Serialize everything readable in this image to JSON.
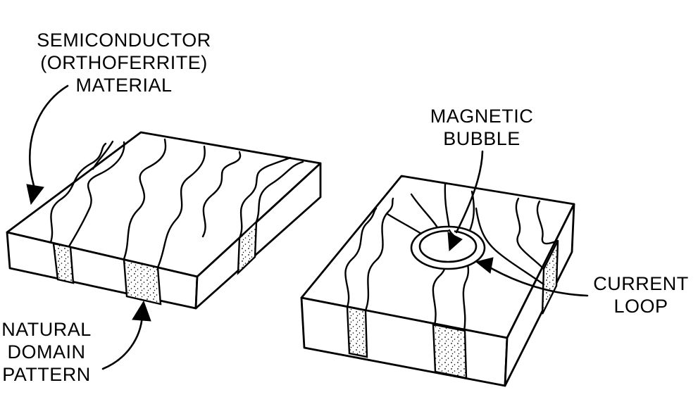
{
  "labels": {
    "semiconductor": [
      "SEMICONDUCTOR",
      "(ORTHOFERRITE)",
      "MATERIAL"
    ],
    "natural_domain": [
      "NATURAL",
      "DOMAIN",
      "PATTERN"
    ],
    "magnetic_bubble": [
      "MAGNETIC",
      "BUBBLE"
    ],
    "current_loop": [
      "CURRENT",
      "LOOP"
    ]
  }
}
